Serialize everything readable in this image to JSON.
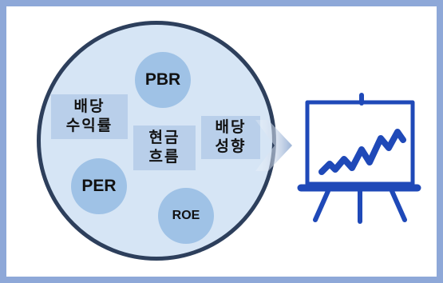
{
  "circles": {
    "pbr": "PBR",
    "per": "PER",
    "roe": "ROE"
  },
  "boxes": {
    "dividend_yield": [
      "배당",
      "수익률"
    ],
    "cash_flow": [
      "현금",
      "흐름"
    ],
    "dividend_propensity": [
      "배당",
      "성향"
    ]
  },
  "icons": {
    "arrow": "arrow-right-icon",
    "chart": "easel-line-chart-icon"
  },
  "colors": {
    "frame": "#8ea8d8",
    "big_circle_fill": "#d6e5f5",
    "big_circle_border": "#2d3f5c",
    "small_circle_fill": "#9fc2e6",
    "label_box_fill": "#b9cfea",
    "easel_blue": "#1f49b8"
  }
}
